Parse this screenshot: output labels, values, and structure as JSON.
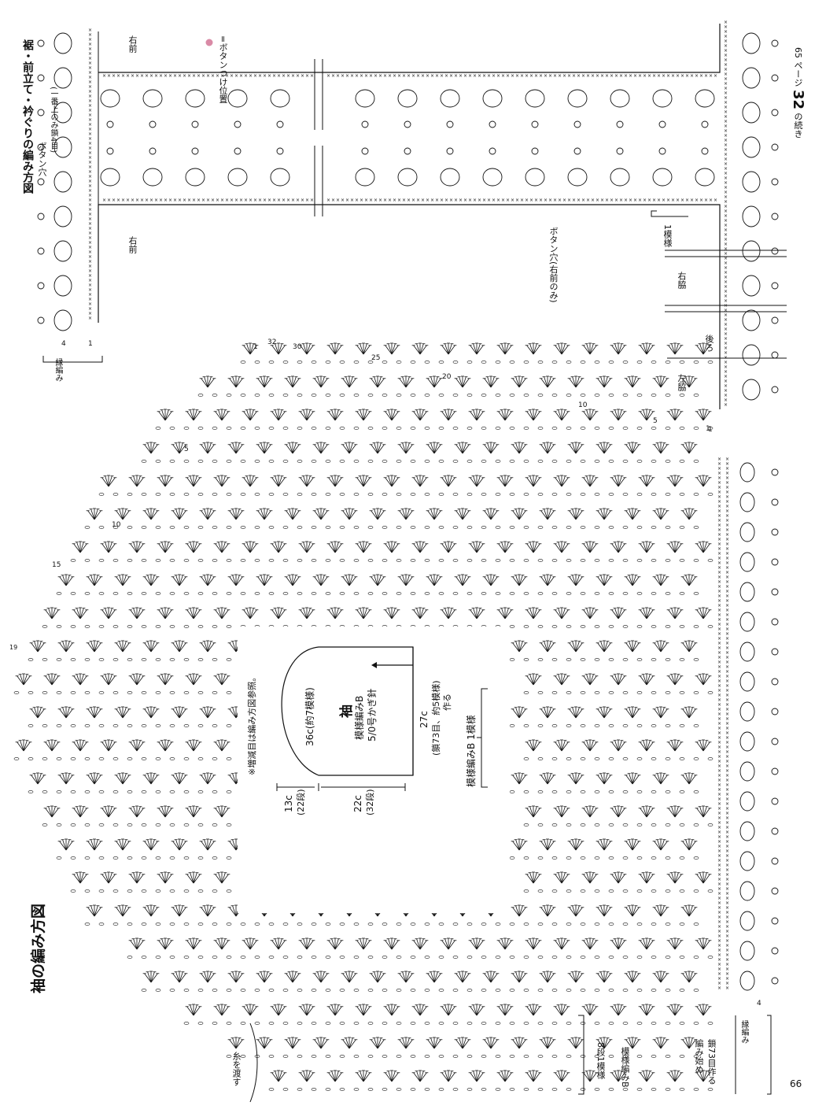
{
  "page": {
    "page_number_bottom": "66",
    "page_number_top": "65",
    "continuation_page": "32",
    "continuation_prefix": "ページ",
    "continuation_suffix": "の続き",
    "colors": {
      "ink": "#111111",
      "button_marker": "#d98aa6"
    }
  },
  "sleeve": {
    "section_title": "袖の編み方図",
    "schematic": {
      "piece_name": "袖",
      "stitch": "模様編みB",
      "hook": "5/0号かぎ針",
      "top_width": "36c(約7模様)",
      "cap_height": "13c",
      "cap_rows": "(22段)",
      "body_height": "22c",
      "body_rows": "(32段)",
      "bottom_width": "27c",
      "bottom_detail": "(鎖73目、約5模様)",
      "bottom_make": "作る",
      "note": "※増減目は編み方図参照。"
    },
    "pattern_repeat_label": "模様編みB 1模様",
    "row_numbers": [
      "1",
      "5",
      "10",
      "15",
      "19",
      "20",
      "25",
      "30",
      "32"
    ],
    "left_labels": {
      "thread_note": "糸を渡す",
      "repeat_rows": "8段1模様",
      "pattern_name": "模様編みB"
    },
    "start_note": {
      "line1": "編み始め",
      "line2": "鎖73目作る"
    },
    "border": {
      "label": "縁編み",
      "rows": "4",
      "row_start": "1"
    }
  },
  "front": {
    "section_title": "裾・前立て・衿ぐりの編み方図",
    "button_marker_label": "=ボタンつけ位置",
    "buttonhole_top": "ボタン穴",
    "buttonhole_top_detail": "(一番上のみ鎖4目)",
    "buttonhole_right": "ボタン穴(右前のみ)",
    "labels": {
      "right_front_top": "右前",
      "right_front_bottom": "右前",
      "right_side": "右脇",
      "back": "後ろ",
      "left_side": "左脇",
      "one_repeat": "1模様",
      "border_label": "縁編み",
      "border_rows": "4",
      "border_row_one": "1"
    }
  }
}
